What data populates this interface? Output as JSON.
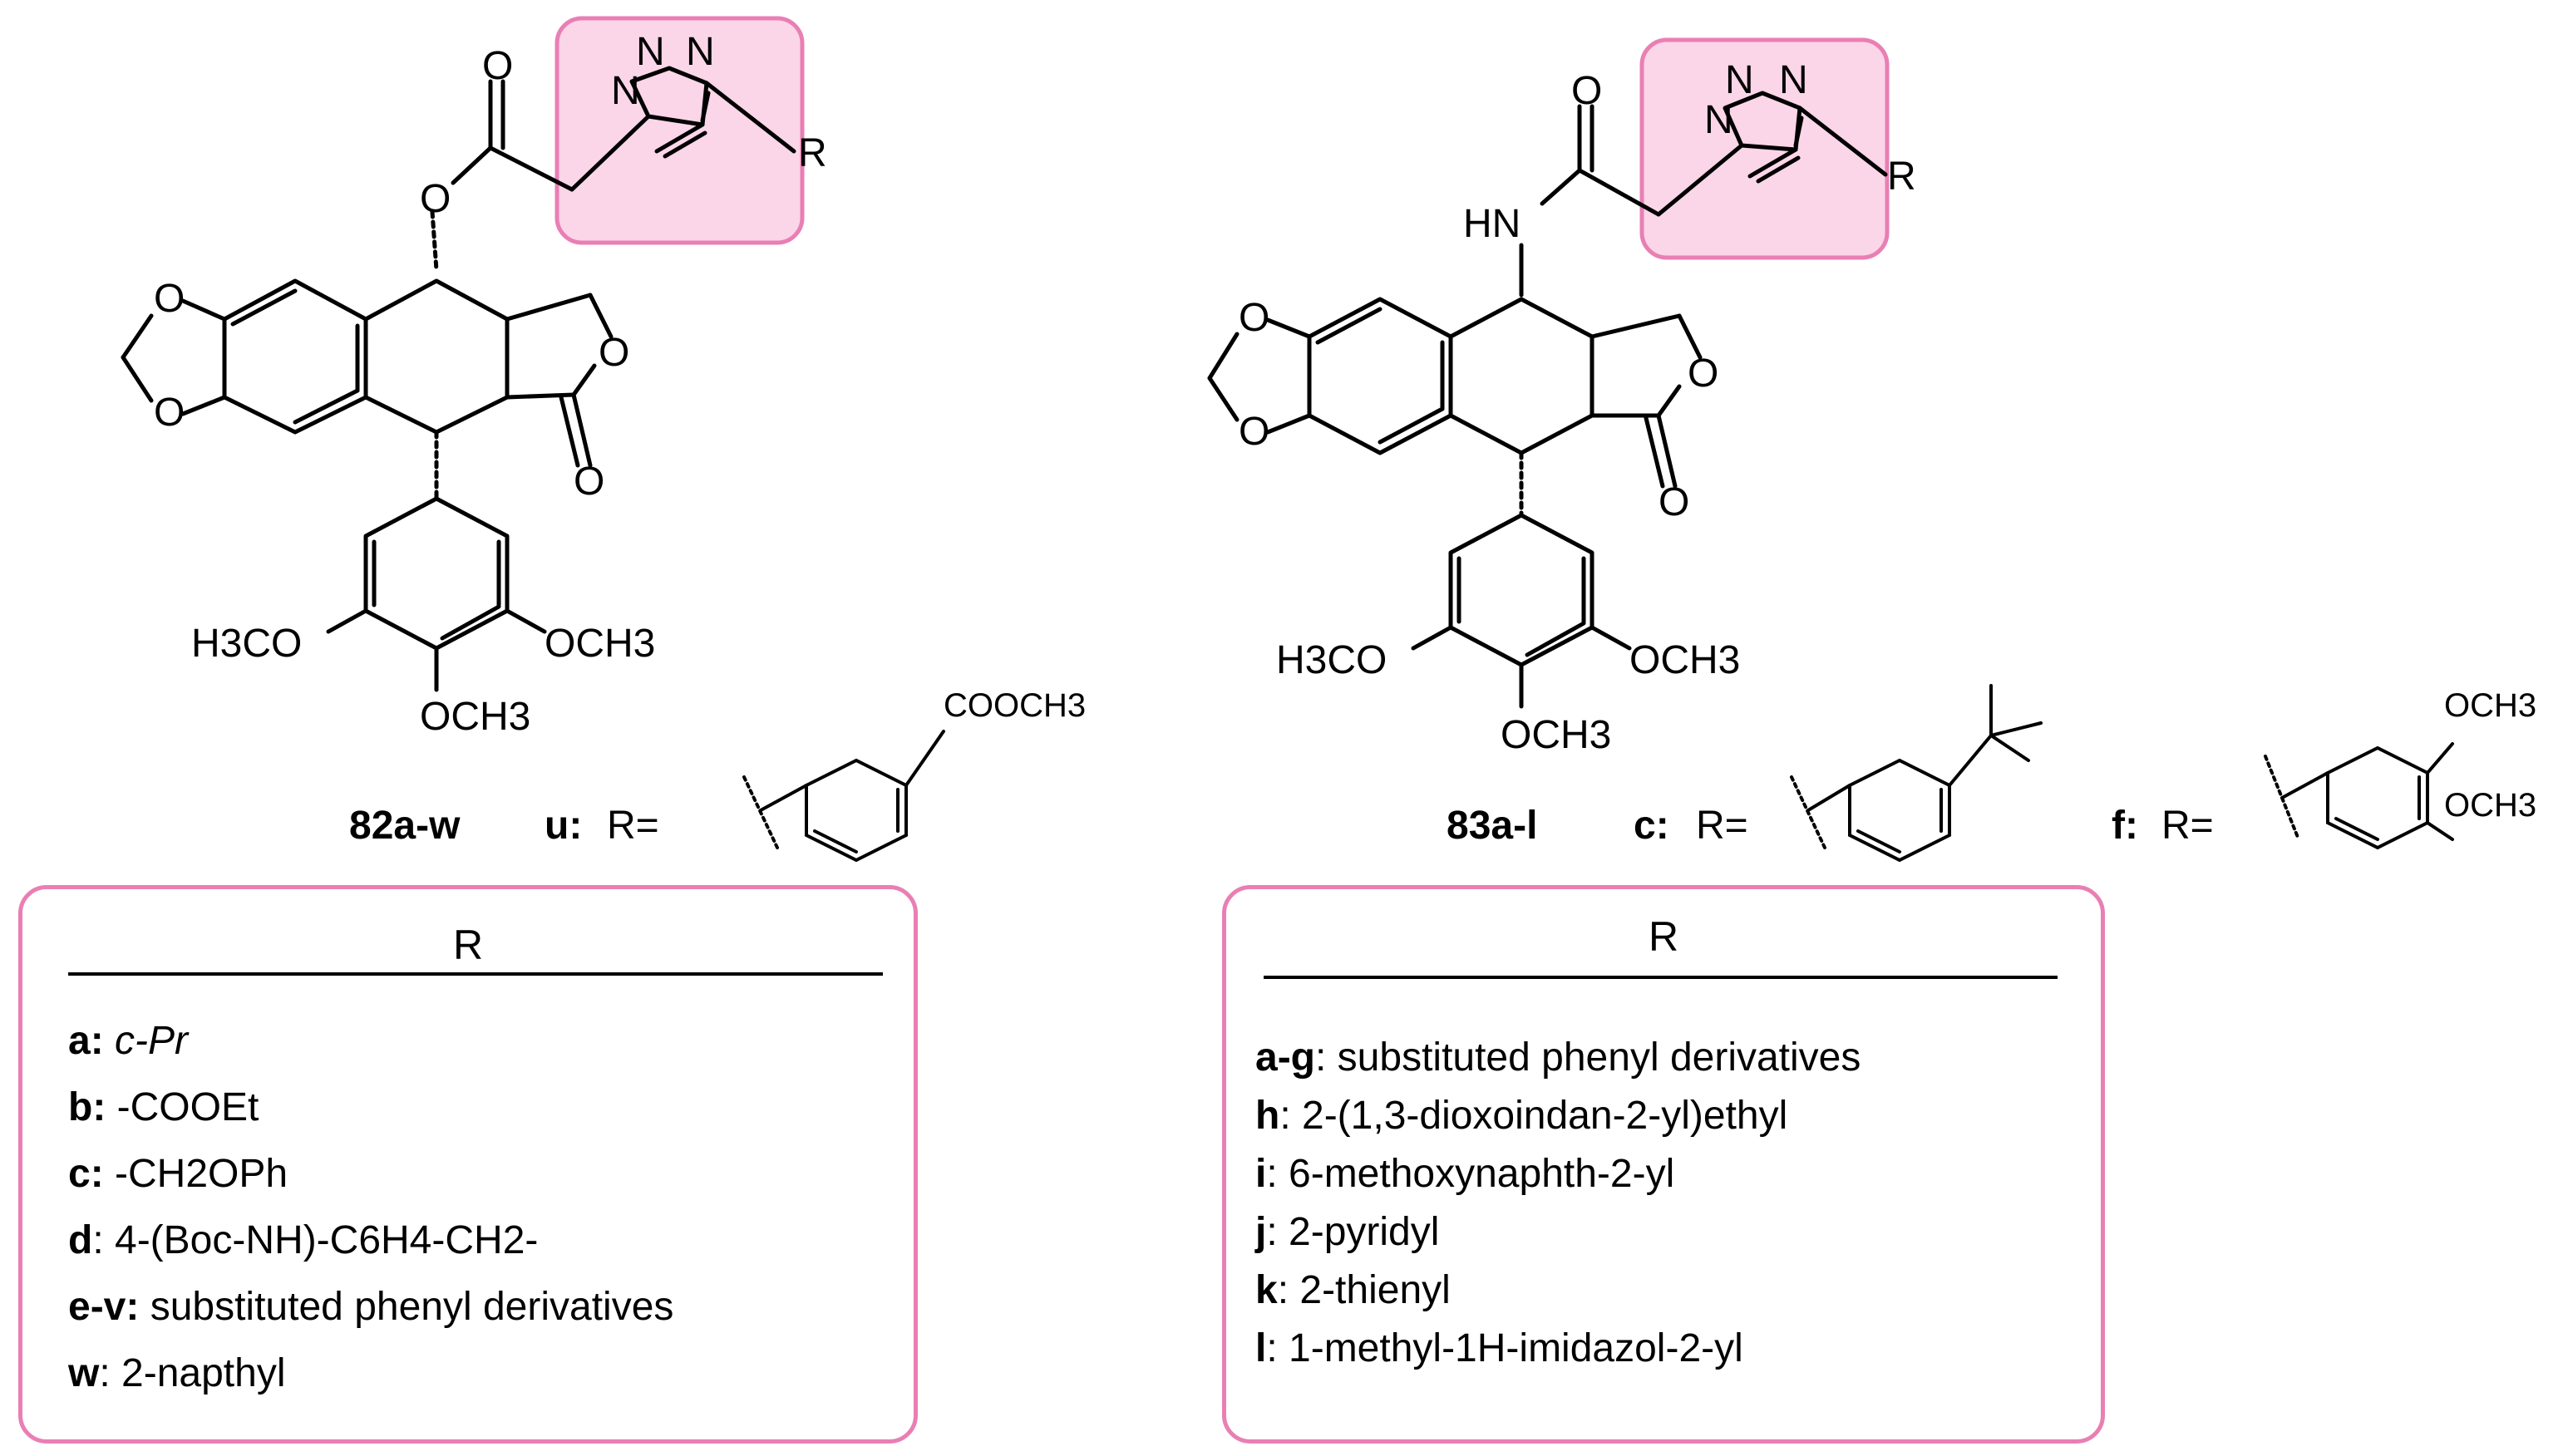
{
  "compounds": [
    {
      "label": "82a-w",
      "example_code": "u:",
      "example_prefix": "R=",
      "example_group": "COOCH3",
      "table": {
        "header": "R",
        "rows": [
          {
            "code": "a:",
            "text": "c-Pr"
          },
          {
            "code": "b:",
            "text": "-COOEt"
          },
          {
            "code": "c:",
            "text": "-CH2OPh"
          },
          {
            "code": "d",
            "text": ": 4-(Boc-NH)-C6H4-CH2-"
          },
          {
            "code": "e-v:",
            "text": "substituted phenyl derivatives"
          },
          {
            "code": "w",
            "text": ": 2-napthyl"
          }
        ]
      }
    },
    {
      "label": "83a-l",
      "example_code": "c:",
      "example_prefix": "R=",
      "example2_code": "f:",
      "example2_prefix": "R=",
      "example2_group_a": "OCH3",
      "example2_group_b": "OCH3",
      "table": {
        "header": "R",
        "rows": [
          {
            "code": "a-g",
            "text": ": substituted phenyl derivatives"
          },
          {
            "code": "h",
            "text": ": 2-(1,3-dioxoindan-2-yl)ethyl"
          },
          {
            "code": "i",
            "text": ": 6-methoxynaphth-2-yl"
          },
          {
            "code": "j",
            "text": ": 2-pyridyl"
          },
          {
            "code": "k",
            "text": ": 2-thienyl"
          },
          {
            "code": "l",
            "text": ": 1-methyl-1H-imidazol-2-yl"
          }
        ]
      }
    }
  ],
  "structure_atoms": {
    "o": "O",
    "n": "N",
    "r": "R",
    "hn": "HN",
    "h3co": "H3CO",
    "och3": "OCH3"
  },
  "colors": {
    "highlight_fill": "#fbd5e8",
    "highlight_border": "#e97fb4",
    "ink": "#000000"
  }
}
